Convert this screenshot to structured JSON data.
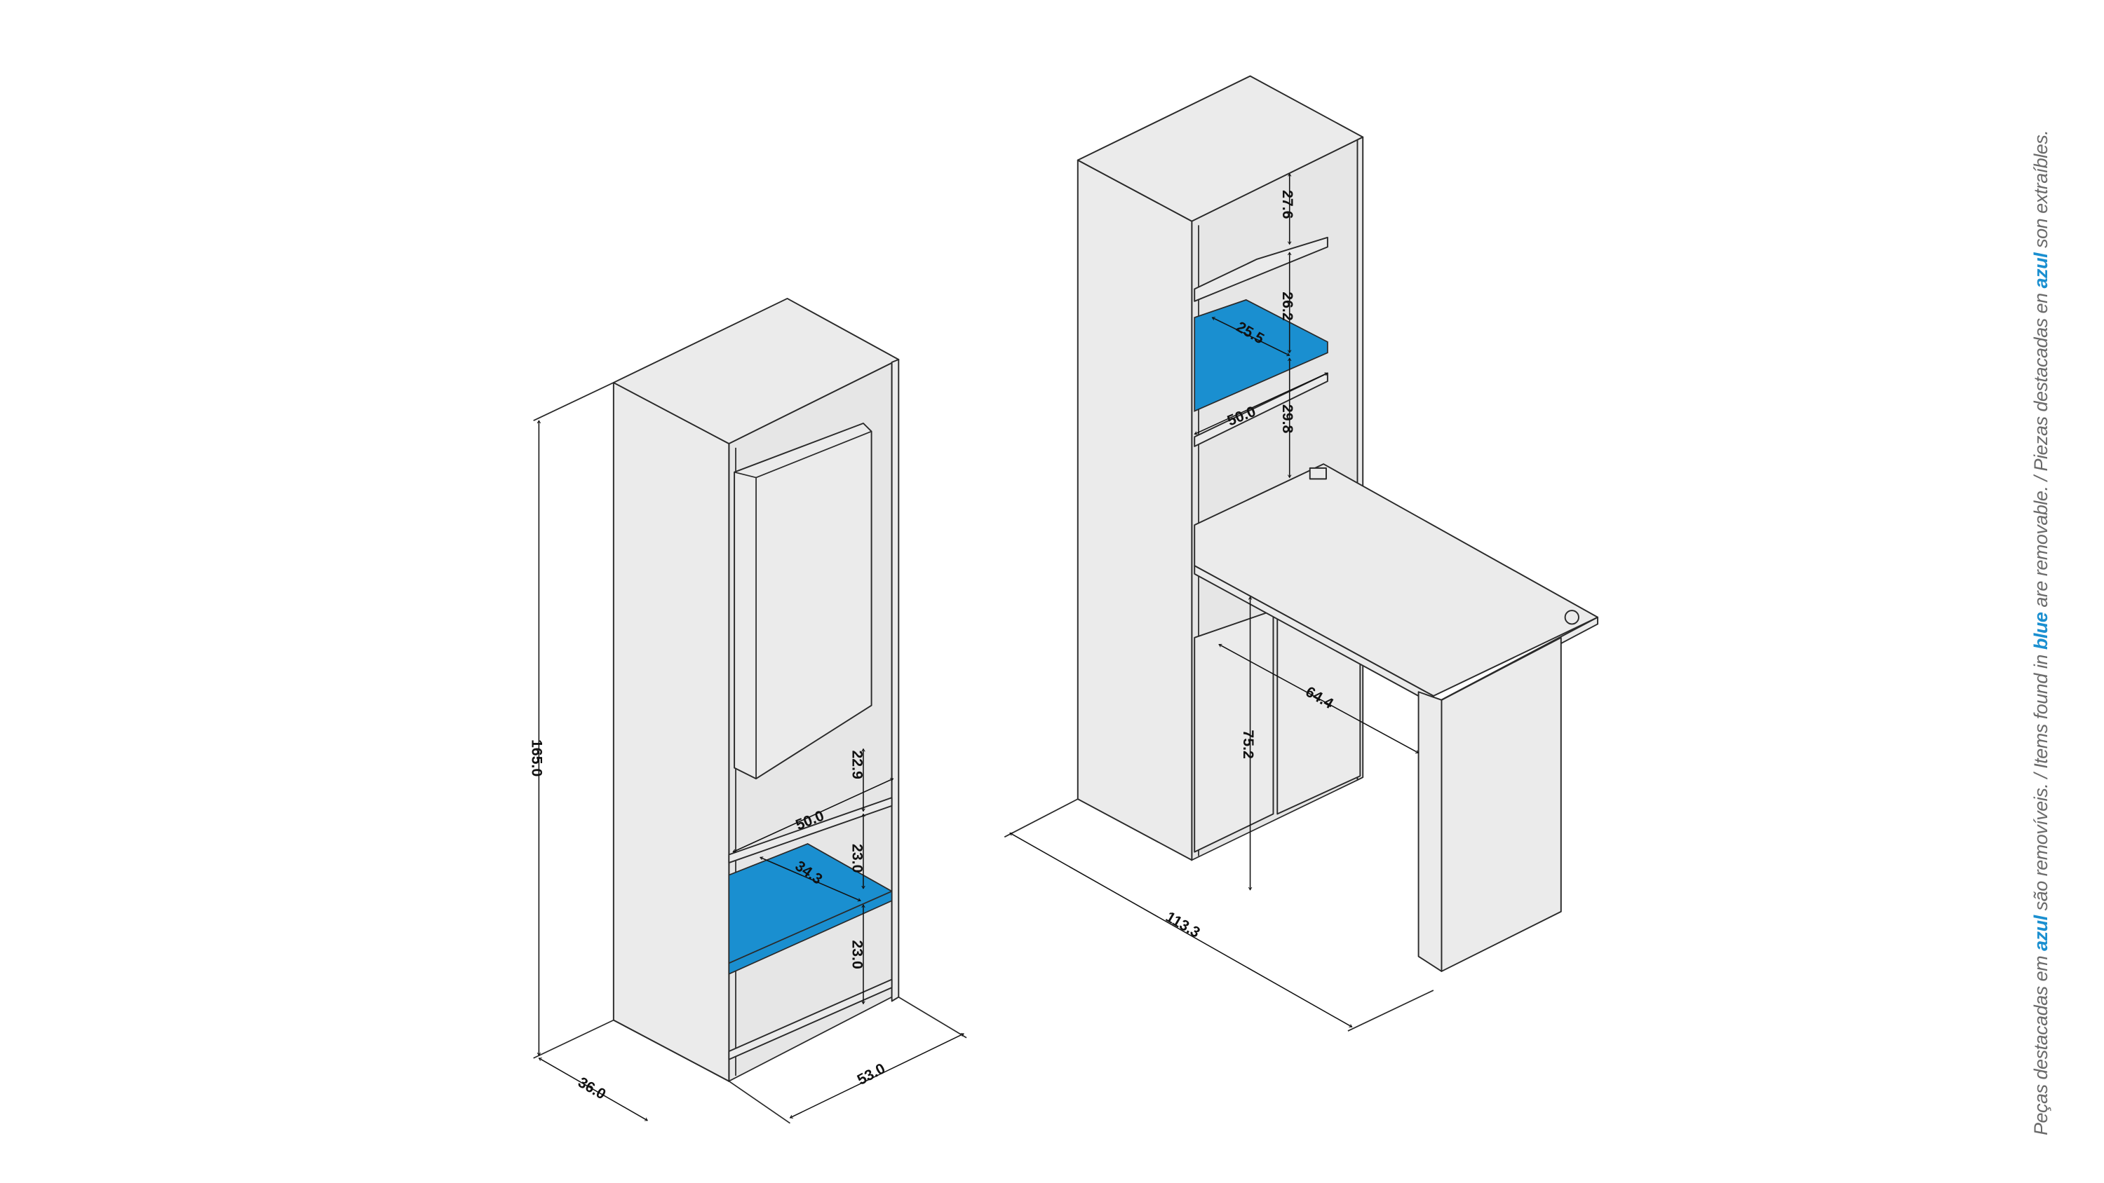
{
  "colors": {
    "removable": "#1a8fd0",
    "panel": "#ebebeb",
    "line": "#2a2a2a"
  },
  "left_unit": {
    "dims": {
      "height": "165.0",
      "depth": "36.0",
      "width": "53.0",
      "inner_width": "50.0",
      "gap_top": "22.9",
      "gap_mid": "23.0",
      "shelf_depth": "34.3",
      "gap_bottom": "23.0"
    }
  },
  "right_unit": {
    "dims": {
      "gap_1": "27.6",
      "gap_2": "26.2",
      "shelf_depth": "25.5",
      "inner_width": "50.0",
      "gap_3": "29.8",
      "desk_depth": "64.4",
      "desk_height": "75.2",
      "total_length": "113.3"
    }
  },
  "note": {
    "pt_a": "Peças destacadas em ",
    "pt_b": "azul",
    "pt_c": " são removíveis. / Items found in ",
    "en_b": "blue",
    "en_c": " are removable. / Piezas destacadas en ",
    "es_b": "azul",
    "es_c": " son extraíbles."
  }
}
